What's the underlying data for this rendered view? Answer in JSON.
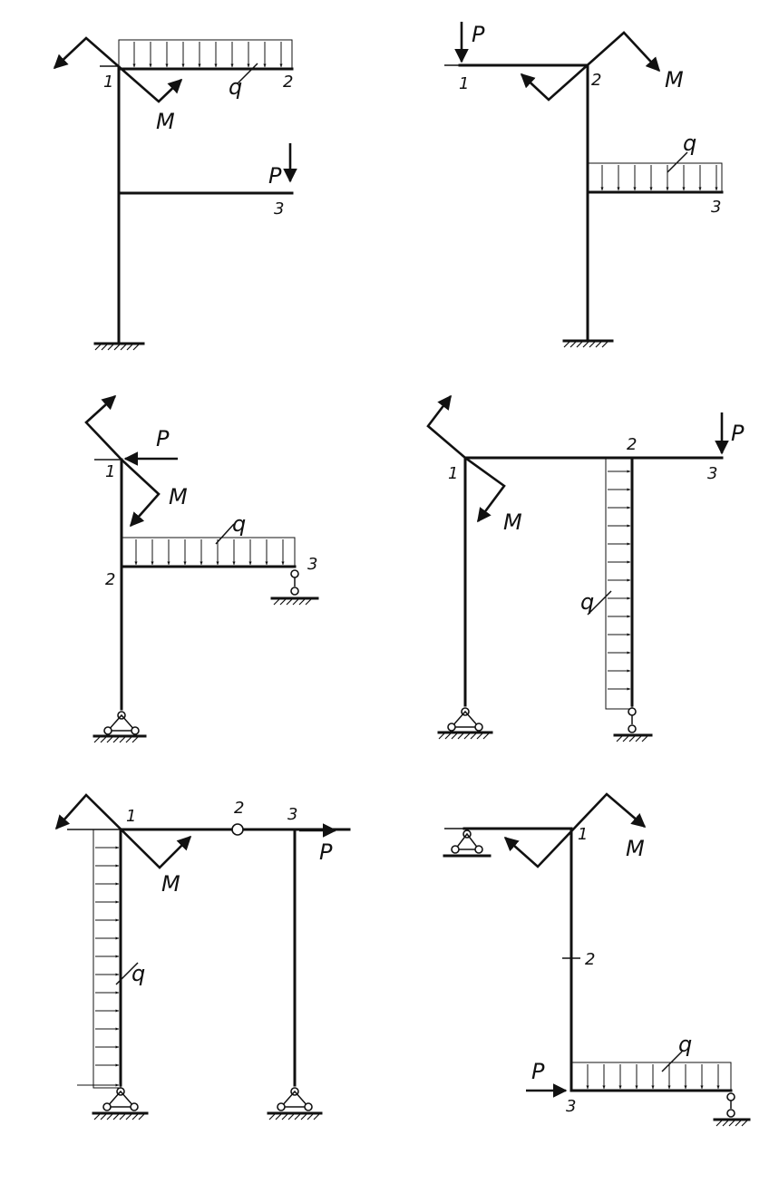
{
  "labels": {
    "node1": "1",
    "node2": "2",
    "node3": "3",
    "force": "P",
    "moment": "M",
    "distributed": "q"
  },
  "scheme_count": 6
}
